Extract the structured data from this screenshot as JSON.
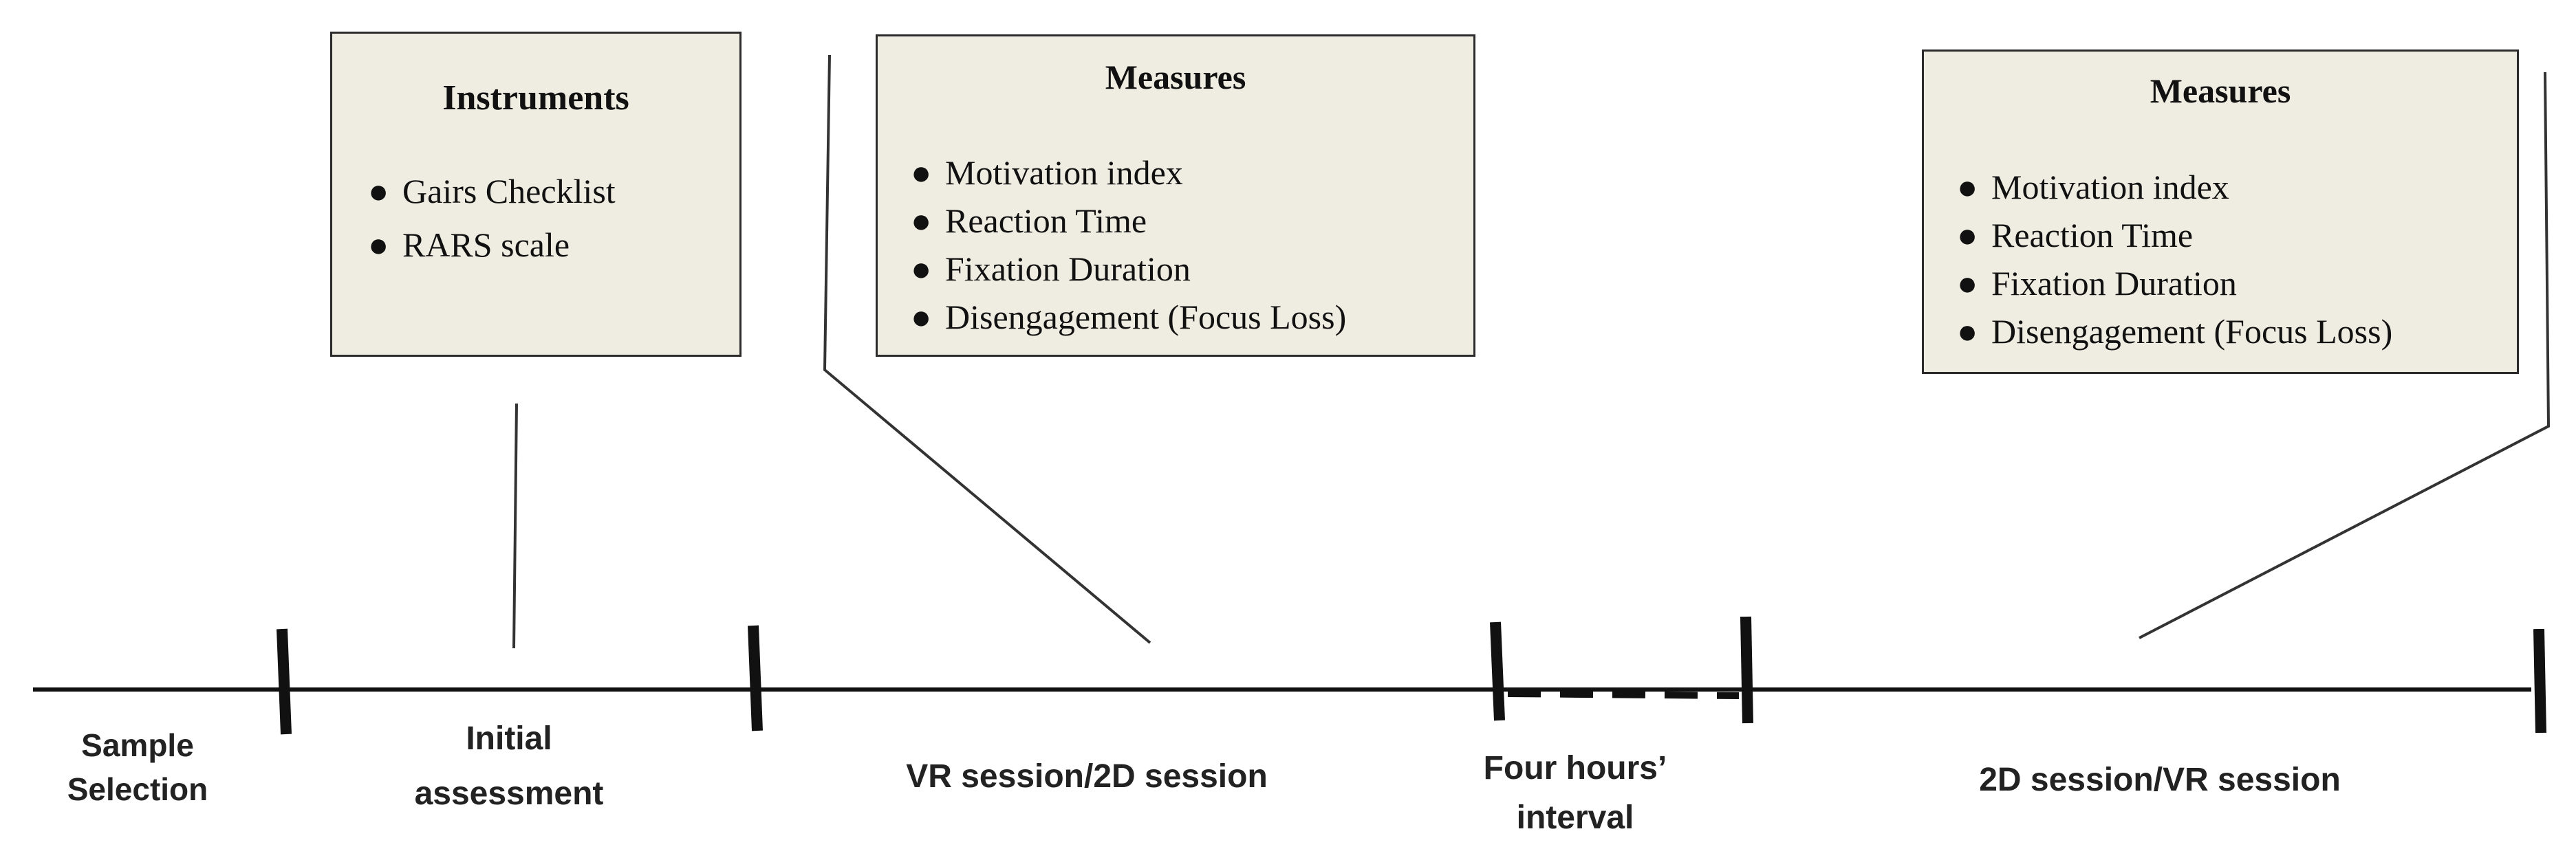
{
  "boxes": {
    "instruments": {
      "title": "Instruments",
      "items": [
        "Gairs Checklist",
        "RARS scale"
      ]
    },
    "measures_first": {
      "title": "Measures",
      "items": [
        "Motivation index",
        "Reaction Time",
        "Fixation Duration",
        "Disengagement (Focus Loss)"
      ]
    },
    "measures_second": {
      "title": "Measures",
      "items": [
        "Motivation index",
        "Reaction Time",
        "Fixation Duration",
        "Disengagement (Focus Loss)"
      ]
    }
  },
  "bullet_glyph": "●",
  "timeline": {
    "phases": [
      {
        "line1": "Sample",
        "line2": "Selection"
      },
      {
        "line1": "Initial",
        "line2": "assessment"
      },
      {
        "line1": "VR session/2D session"
      },
      {
        "line1": "Four hours’",
        "line2": "interval"
      },
      {
        "line1": "2D session/VR session"
      }
    ]
  },
  "colors": {
    "box_fill": "#efede1",
    "line": "#111111"
  }
}
